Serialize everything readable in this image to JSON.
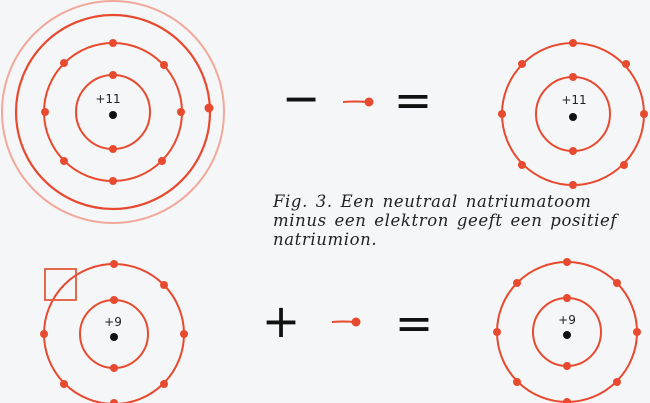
{
  "atoms": {
    "sodium_atom": {
      "charge": "+11"
    },
    "sodium_ion": {
      "charge": "+11"
    },
    "fluorine_atom": {
      "charge": "+9"
    },
    "fluoride_ion": {
      "charge": "+9"
    }
  },
  "equations": {
    "top": {
      "operator": "−",
      "equals": "="
    },
    "bottom": {
      "operator": "+",
      "equals": "="
    }
  },
  "caption": {
    "line1": "Fig. 3. Een neutraal natriumatoom",
    "line2": "minus een elektron geeft een positief",
    "line3": "natriumion."
  },
  "colors": {
    "electron": "#e84a2f",
    "orbit": "#e84a2f",
    "outer_ring": "#f2a89a",
    "nucleus": "#111111",
    "text": "#222222",
    "vacancy_box": "#e05a3c"
  }
}
